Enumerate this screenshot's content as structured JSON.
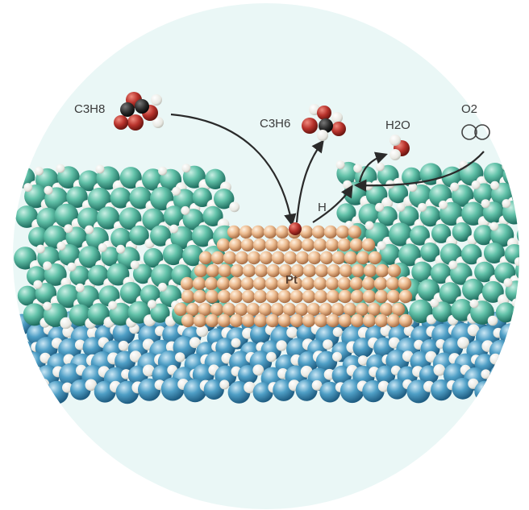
{
  "labels": {
    "reactant": "C3H8",
    "product": "C3H6",
    "water": "H2O",
    "hydrogen": "H",
    "catalyst": "Pt",
    "cut_off": "O2"
  },
  "colors": {
    "background_disc": "#eaf7f6",
    "upper_support_atom": "#5fbfa8",
    "lower_support_atom": "#4a9fc2",
    "hydrogen_atom": "#f2f2ee",
    "platinum_atom": "#e9b98f",
    "oxygen_atom": "#b8332c",
    "carbon_atom": "#2b2b2b",
    "arrow": "#2a2a2a"
  }
}
